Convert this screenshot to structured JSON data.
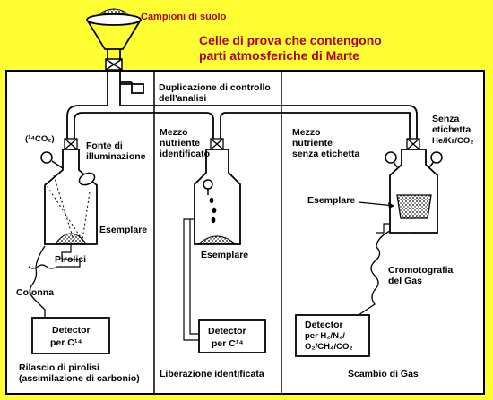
{
  "colors": {
    "background": "#ffff33",
    "panel": "#ffffff",
    "ink": "#000000",
    "accent": "#b00020"
  },
  "header": {
    "soil_samples": "Campioni di suolo",
    "title_line1": "Celle di prova che contengono",
    "title_line2": "parti atmosferiche di Marte"
  },
  "top": {
    "duplication_line1": "Duplicazione di controllo",
    "duplication_line2": "dell'analisi"
  },
  "panel_left": {
    "co2": "(¹⁴CO₂)",
    "light_source_line1": "Fonte di",
    "light_source_line2": "illuminazione",
    "sample": "Esemplare",
    "pyrolysis": "Pirolisi",
    "column": "Colonna",
    "detector_line1": "Detector",
    "detector_line2": "per C¹⁴",
    "caption_line1": "Rilascio di pirolisi",
    "caption_line2": "(assimilazione di carbonio)"
  },
  "panel_middle": {
    "nutrient_line1": "Mezzo",
    "nutrient_line2": "nutriente",
    "nutrient_line3": "identificato",
    "sample": "Esemplare",
    "detector_line1": "Detector",
    "detector_line2": "per C¹⁴",
    "caption": "Liberazione identificata"
  },
  "panel_right": {
    "nutrient_line1": "Mezzo",
    "nutrient_line2": "nutriente",
    "nutrient_line3": "senza etichetta",
    "unlabeled_line1": "Senza",
    "unlabeled_line2": "etichetta",
    "gases": "He/Kr/CO₂",
    "sample": "Esemplare",
    "chromatography_line1": "Cromotografia",
    "chromatography_line2": "del Gas",
    "detector_line1": "Detector",
    "detector_line2": "per H₂/N₂/",
    "detector_line3": "O₂/CH₄/CO₂",
    "caption": "Scambio di Gas"
  }
}
